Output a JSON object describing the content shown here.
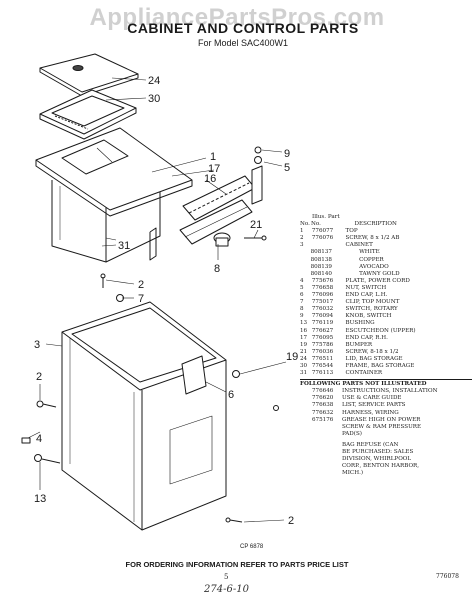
{
  "watermark": "AppliancePartsPros.com",
  "header": {
    "title": "CABINET AND CONTROL PARTS",
    "subtitle": "For Model SAC400W1"
  },
  "callouts": [
    "24",
    "30",
    "1",
    "17",
    "16",
    "9",
    "5",
    "31",
    "21",
    "8",
    "2",
    "7",
    "3",
    "19",
    "2",
    "4",
    "13",
    "2",
    "6"
  ],
  "parts_table": {
    "header_top": "Illus. Part",
    "columns": [
      "No.",
      "No.",
      "DESCRIPTION"
    ],
    "rows": [
      [
        "1",
        "776077",
        "TOP"
      ],
      [
        "2",
        "776076",
        "SCREW, 8 x 1/2 AB"
      ],
      [
        "3",
        "",
        "CABINET"
      ],
      [
        "",
        "808137",
        "WHITE"
      ],
      [
        "",
        "808138",
        "COPPER"
      ],
      [
        "",
        "808139",
        "AVOCADO"
      ],
      [
        "",
        "808140",
        "TAWNY GOLD"
      ],
      [
        "4",
        "775676",
        "PLATE, POWER CORD"
      ],
      [
        "5",
        "776658",
        "NUT, SWITCH"
      ],
      [
        "6",
        "776096",
        "END CAP, L.H."
      ],
      [
        "7",
        "775017",
        "CLIP, TOP MOUNT"
      ],
      [
        "8",
        "776032",
        "SWITCH, ROTARY"
      ],
      [
        "9",
        "776094",
        "KNOB, SWITCH"
      ],
      [
        "13",
        "776119",
        "BUSHING"
      ],
      [
        "16",
        "776627",
        "ESCUTCHEON (UPPER)"
      ],
      [
        "17",
        "776095",
        "END CAP, R.H."
      ],
      [
        "19",
        "775786",
        "BUMPER"
      ],
      [
        "21",
        "776036",
        "SCREW, 8-18 x 1/2"
      ],
      [
        "24",
        "776511",
        "LID, BAG STORAGE"
      ],
      [
        "30",
        "776544",
        "FRAME, BAG STORAGE"
      ],
      [
        "31",
        "776113",
        "CONTAINER"
      ]
    ],
    "notes_header": "FOLLOWING PARTS NOT ILLUSTRATED",
    "notes": [
      [
        "776646",
        "INSTRUCTIONS, INSTALLATION"
      ],
      [
        "776620",
        "USE & CARE GUIDE"
      ],
      [
        "776638",
        "LIST, SERVICE PARTS"
      ],
      [
        "776632",
        "HARNESS, WIRING"
      ],
      [
        "675176",
        "GREASE HIGH ON POWER"
      ],
      [
        "",
        "SCREW & RAM PRESSURE"
      ],
      [
        "",
        "PAD(S)"
      ]
    ],
    "refuse_note": [
      "BAG REFUSE (CAN",
      "BE PURCHASED: SALES",
      "DIVISION, WHIRLPOOL",
      "CORP., BENTON HARBOR,",
      "MICH.)"
    ]
  },
  "figure_code": "CP 6878",
  "footer": {
    "ordering": "FOR ORDERING INFORMATION REFER TO PARTS PRICE LIST",
    "page": "5",
    "doc_no": "776078",
    "handwritten": "274-6-10"
  }
}
